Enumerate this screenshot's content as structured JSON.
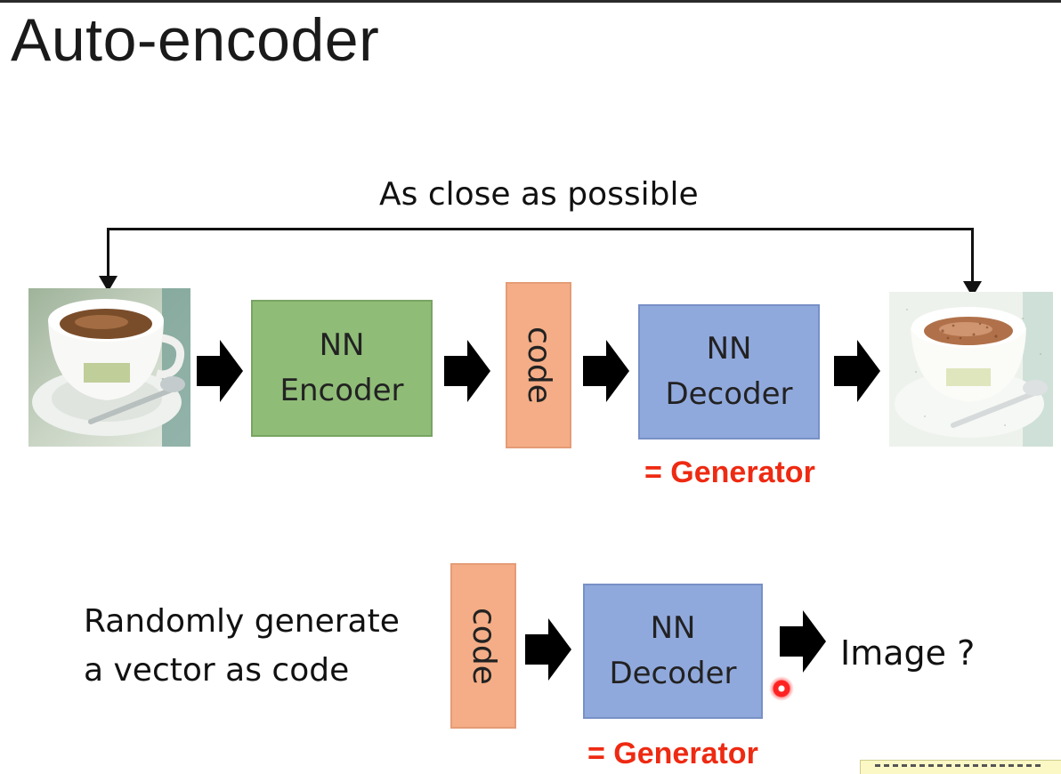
{
  "title": "Auto-encoder",
  "top_diagram": {
    "feedback_label": "As close as possible",
    "encoder": {
      "line1": "NN",
      "line2": "Encoder"
    },
    "code": "code",
    "decoder": {
      "line1": "NN",
      "line2": "Decoder"
    },
    "generator_label": "= Generator"
  },
  "bottom_diagram": {
    "description_line1": "Randomly generate",
    "description_line2": "a vector as code",
    "code": "code",
    "decoder": {
      "line1": "NN",
      "line2": "Decoder"
    },
    "output_label": "Image ?",
    "generator_label": "= Generator"
  },
  "colors": {
    "encoder": "#8fbc77",
    "decoder": "#90a9dd",
    "code": "#f4ad86",
    "generator_text": "#ee2a12"
  },
  "icons": {
    "flow_arrow": "block-arrow-right-icon",
    "input_photo": "coffee-cup-photo-icon",
    "output_photo": "coffee-cup-reconstructed-photo-icon",
    "pointer": "laser-pointer-icon"
  }
}
